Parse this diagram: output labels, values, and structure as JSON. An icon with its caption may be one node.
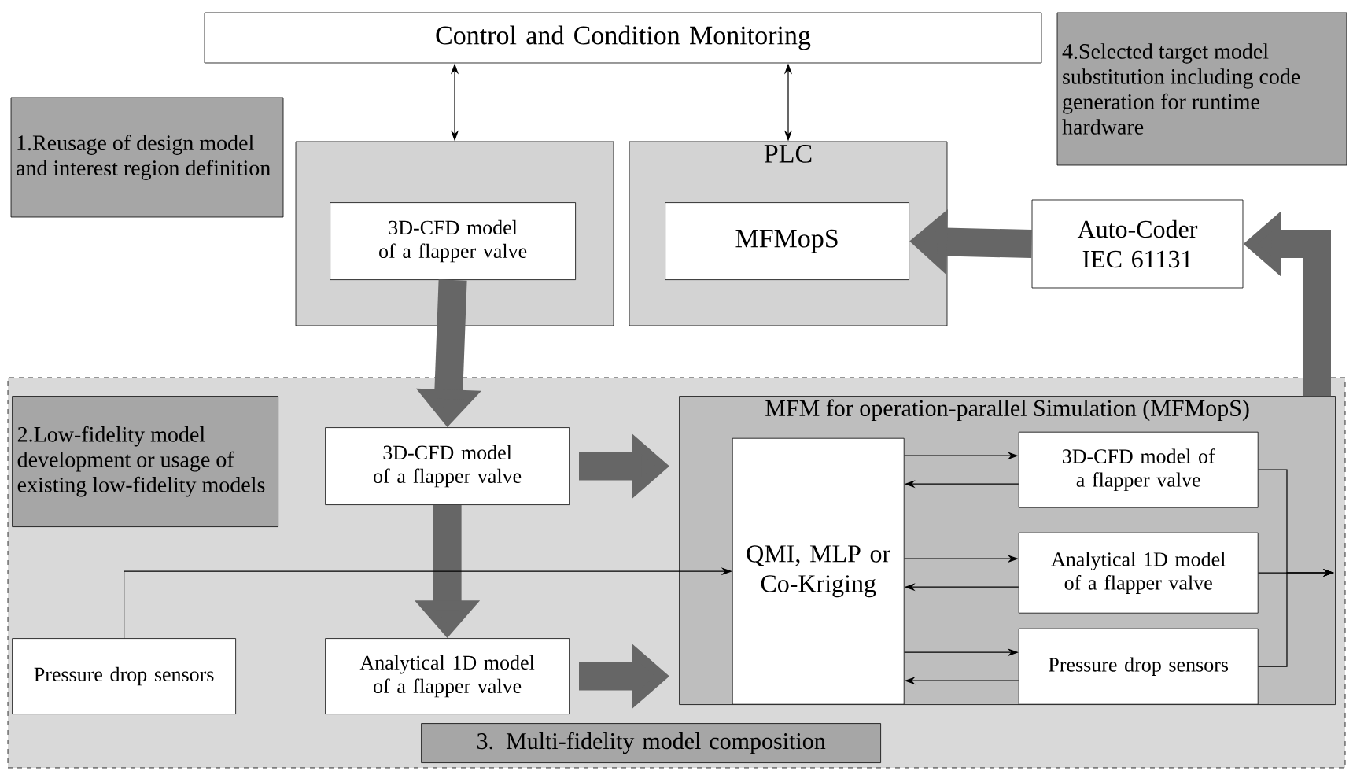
{
  "diagram": {
    "nodes": [
      {
        "text": [
          "Control and Condition Monitoring"
        ]
      },
      {
        "text": [
          "1.Reusage of design model and interest region definition"
        ]
      },
      {
        "text": [
          "4.Selected target model substitution including code generation for runtime hardware"
        ]
      },
      {
        "text": [],
        "shape": "box"
      },
      {
        "text": [
          "3D-CFD model of a flapper valve"
        ],
        "in": 3
      },
      {
        "text": [
          "PLC"
        ]
      },
      {
        "text": [
          "MFMopS"
        ],
        "in": 5
      },
      {
        "text": [
          "Auto-Coder IEC 61131"
        ]
      },
      {
        "text": [],
        "shape": "box"
      },
      {
        "text": [
          "2.Low-fidelity model development or usage of existing low-fidelity models"
        ],
        "in": 8
      },
      {
        "text": [
          "3D-CFD model of a flapper valve"
        ],
        "in": 8
      },
      {
        "text": [
          "MFM for operation-parallel Simulation (MFMopS)"
        ],
        "in": 8
      },
      {
        "text": [
          "Pressure drop sensors"
        ],
        "in": 8
      },
      {
        "text": [
          "Analytical 1D model of a flapper valve"
        ],
        "in": 8
      },
      {
        "text": [
          "QMI, MLP or Co-Kriging"
        ],
        "in": 11
      },
      {
        "text": [
          "3D-CFD model of a flapper valve"
        ],
        "in": 11
      },
      {
        "text": [
          "Analytical 1D model of a flapper valve"
        ],
        "in": 11
      },
      {
        "text": [
          "Pressure drop sensors"
        ],
        "in": 11
      },
      {
        "text": [
          "3. Multi-fidelity model composition"
        ],
        "in": 8
      }
    ],
    "edges": [
      {
        "from": 0,
        "to": 3,
        "arrow": "both"
      },
      {
        "from": 0,
        "to": 5,
        "arrow": "both"
      },
      {
        "from": 4,
        "to": 10,
        "arrow": "to",
        "style": "thick",
        "color": "#666666"
      },
      {
        "from": 10,
        "to": 11,
        "arrow": "to",
        "style": "thick",
        "color": "#666666"
      },
      {
        "from": 10,
        "to": 13,
        "arrow": "to",
        "style": "thick",
        "color": "#666666"
      },
      {
        "from": 13,
        "to": 11,
        "arrow": "to",
        "style": "thick",
        "color": "#666666"
      },
      {
        "from": 11,
        "to": 7,
        "arrow": "to",
        "style": "thick",
        "color": "#666666"
      },
      {
        "from": 7,
        "to": 6,
        "arrow": "to",
        "style": "thick",
        "color": "#666666"
      },
      {
        "from": 12,
        "to": 14,
        "arrow": "to"
      },
      {
        "from": 14,
        "to": 15,
        "arrow": "to"
      },
      {
        "from": 15,
        "to": 14,
        "arrow": "to"
      },
      {
        "from": 14,
        "to": 16,
        "arrow": "to"
      },
      {
        "from": 16,
        "to": 14,
        "arrow": "to"
      },
      {
        "from": 14,
        "to": 17,
        "arrow": "to"
      },
      {
        "from": 17,
        "to": 14,
        "arrow": "to"
      },
      {
        "from": 15,
        "to": null,
        "arrow": "to"
      },
      {
        "from": 16,
        "to": null,
        "arrow": "to"
      },
      {
        "from": 17,
        "to": null,
        "arrow": "to"
      }
    ]
  }
}
